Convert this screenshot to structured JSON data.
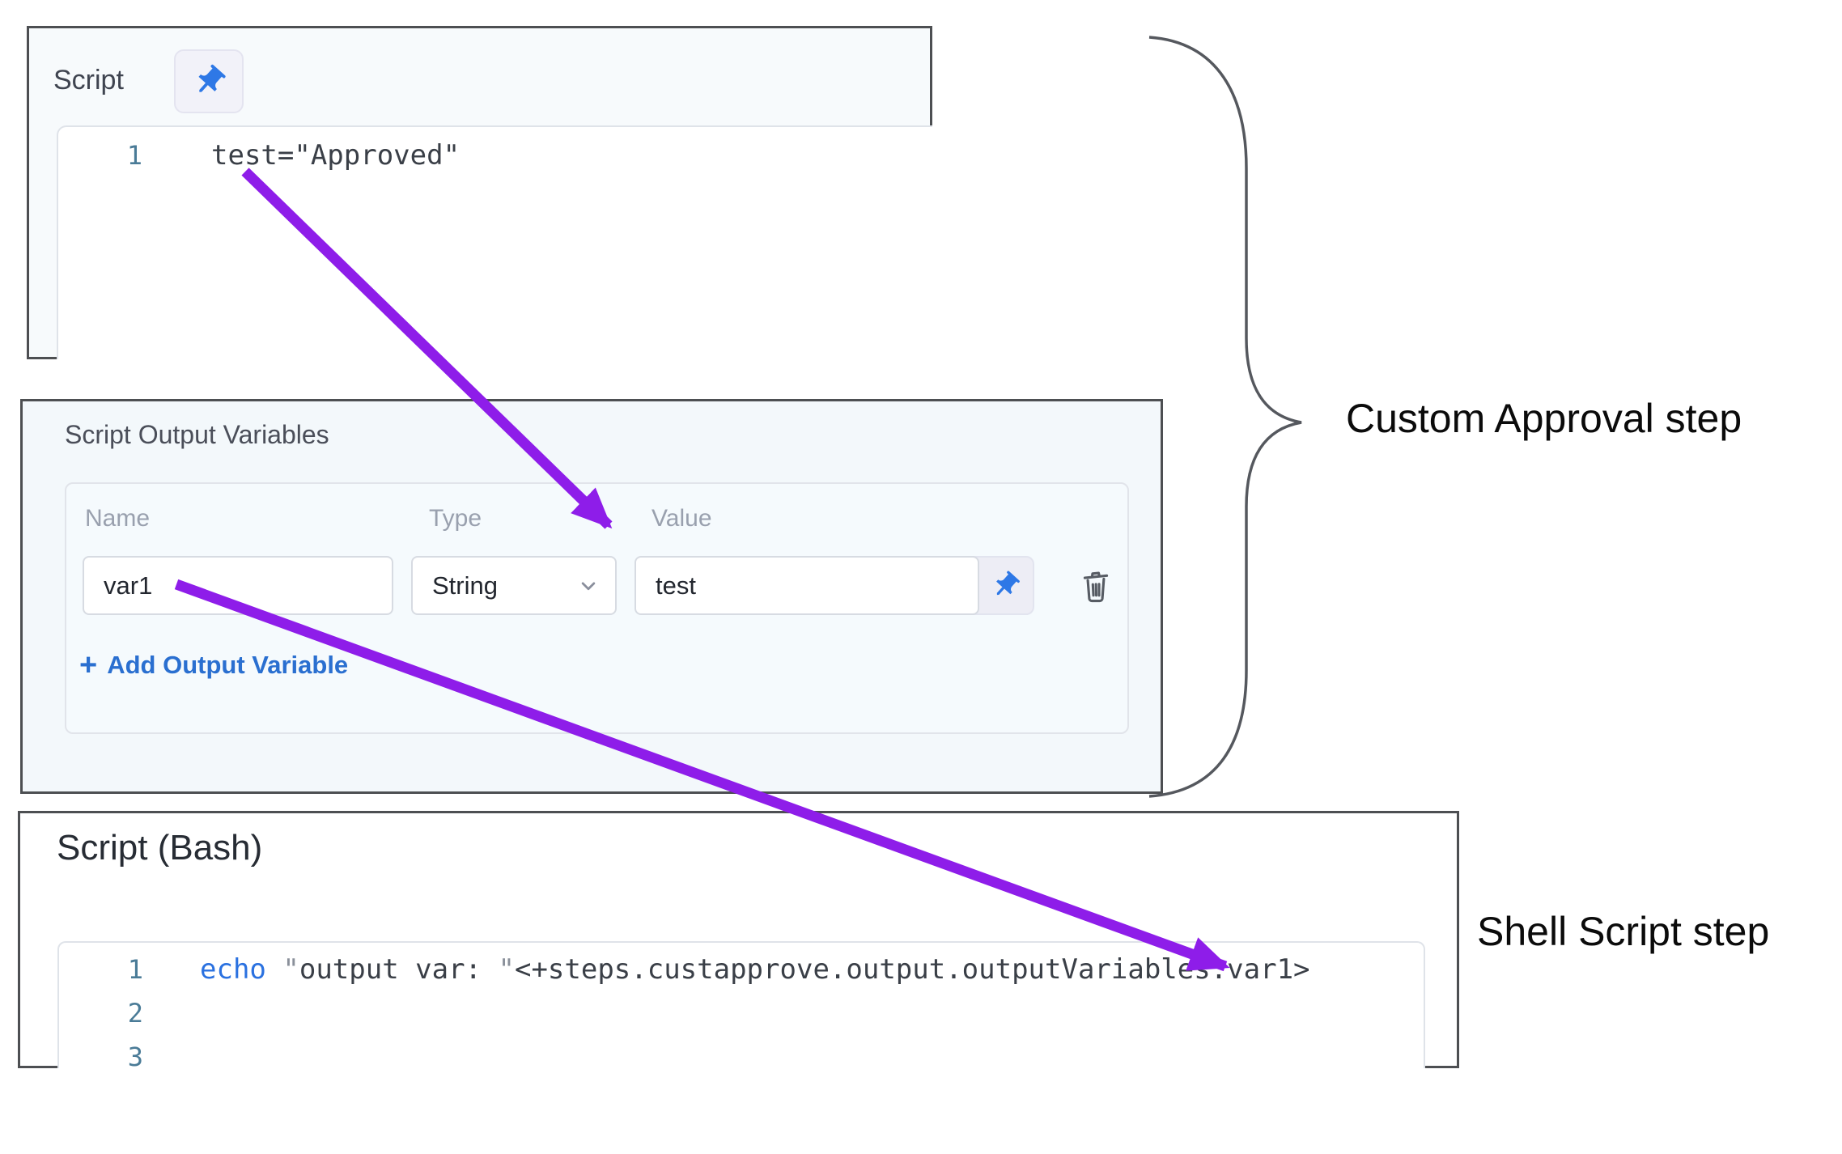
{
  "script_panel": {
    "title": "Script",
    "line_number": "1",
    "code": "test=\"Approved\""
  },
  "variables_panel": {
    "title": "Script Output Variables",
    "name_label": "Name",
    "type_label": "Type",
    "value_label": "Value",
    "name_value": "var1",
    "type_value": "String",
    "value_value": "test",
    "add_plus": "+",
    "add_label": "Add Output Variable"
  },
  "bash_panel": {
    "title": "Script (Bash)",
    "line_numbers": [
      "1",
      "2",
      "3"
    ],
    "keyword": "echo",
    "space": " ",
    "quote": "\"",
    "string_text": "output var: ",
    "expression": "<+steps.custapprove.output.outputVariables.var1>"
  },
  "annotations": {
    "approval": "Custom Approval step",
    "shell": "Shell Script step"
  },
  "colors": {
    "arrow": "#8e1de9",
    "brace": "#55585e",
    "pin_blue": "#2e78e6",
    "trash_gray": "#575c64",
    "chevron_gray": "#8a8f9c"
  }
}
